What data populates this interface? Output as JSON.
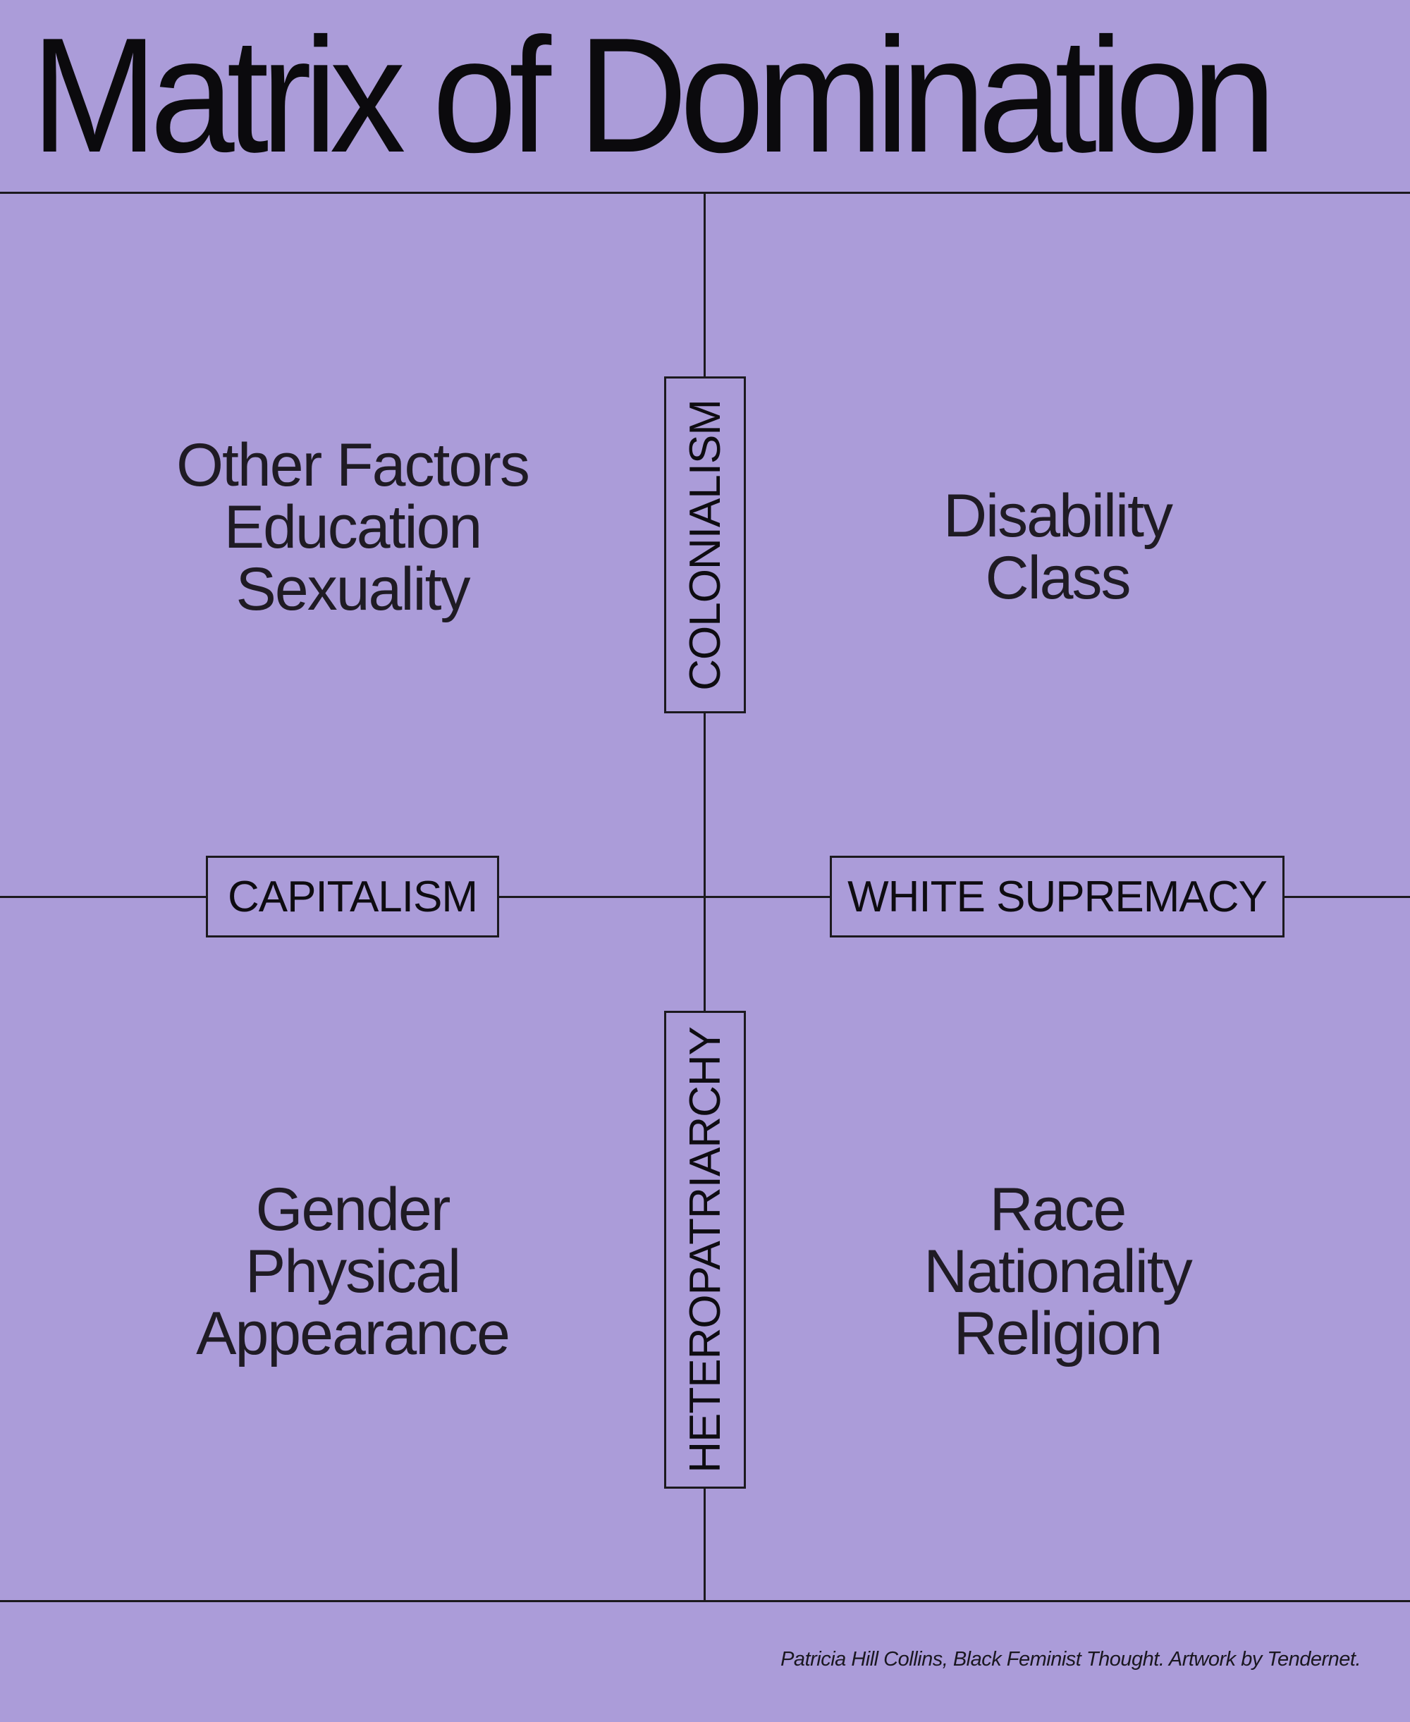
{
  "title": "Matrix of Domination",
  "axes": {
    "top": "COLONIALISM",
    "left": "CAPITALISM",
    "right": "WHITE SUPREMACY",
    "bottom": "HETEROPATRIARCHY"
  },
  "quadrants": {
    "top_left": [
      "Other Factors",
      "Education",
      "Sexuality"
    ],
    "top_right": [
      "Disability",
      "Class"
    ],
    "bottom_left": [
      "Gender",
      "Physical",
      "Appearance"
    ],
    "bottom_right": [
      "Race",
      "Nationality",
      "Religion"
    ]
  },
  "credit": "Patricia Hill Collins, Black Feminist Thought. Artwork by Tendernet.",
  "colors": {
    "background": "#ab9cd9",
    "ink": "#1e1a22"
  }
}
